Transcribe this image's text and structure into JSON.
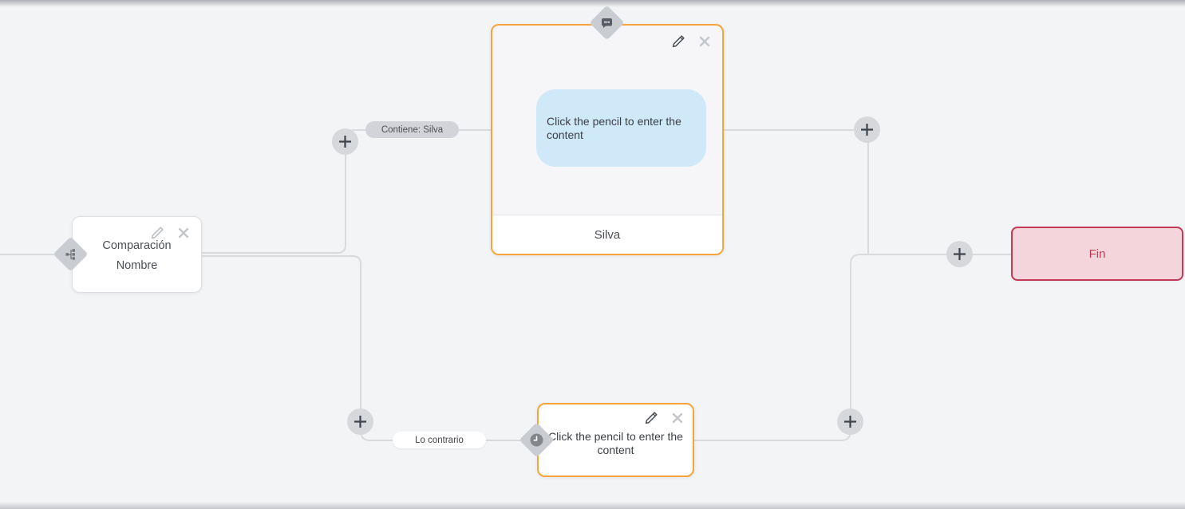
{
  "flow": {
    "condition_node": {
      "title": "Comparación",
      "subtitle": "Nombre"
    },
    "message_node": {
      "bubble_text": "Click the pencil to enter the content",
      "footer_label": "Silva"
    },
    "delay_node": {
      "placeholder_text": "Click the pencil to enter the content"
    },
    "end_node": {
      "label": "Fin"
    },
    "edge_labels": {
      "match": "Contiene: Silva",
      "otherwise": "Lo contrario"
    }
  },
  "colors": {
    "canvas_background": "#f3f4f6",
    "accent_orange": "#f9a43b",
    "end_border": "#c23a55",
    "end_background": "#f4d5db",
    "bubble_blue": "#cfe9f8",
    "connector_gray": "#d9dade",
    "badge_gray": "#c9ccd1"
  },
  "icons": {
    "condition": "branch-icon",
    "message": "chat-bubble-icon",
    "delay": "clock-icon",
    "edit": "pencil-icon",
    "delete": "x-icon",
    "add": "plus-icon"
  }
}
